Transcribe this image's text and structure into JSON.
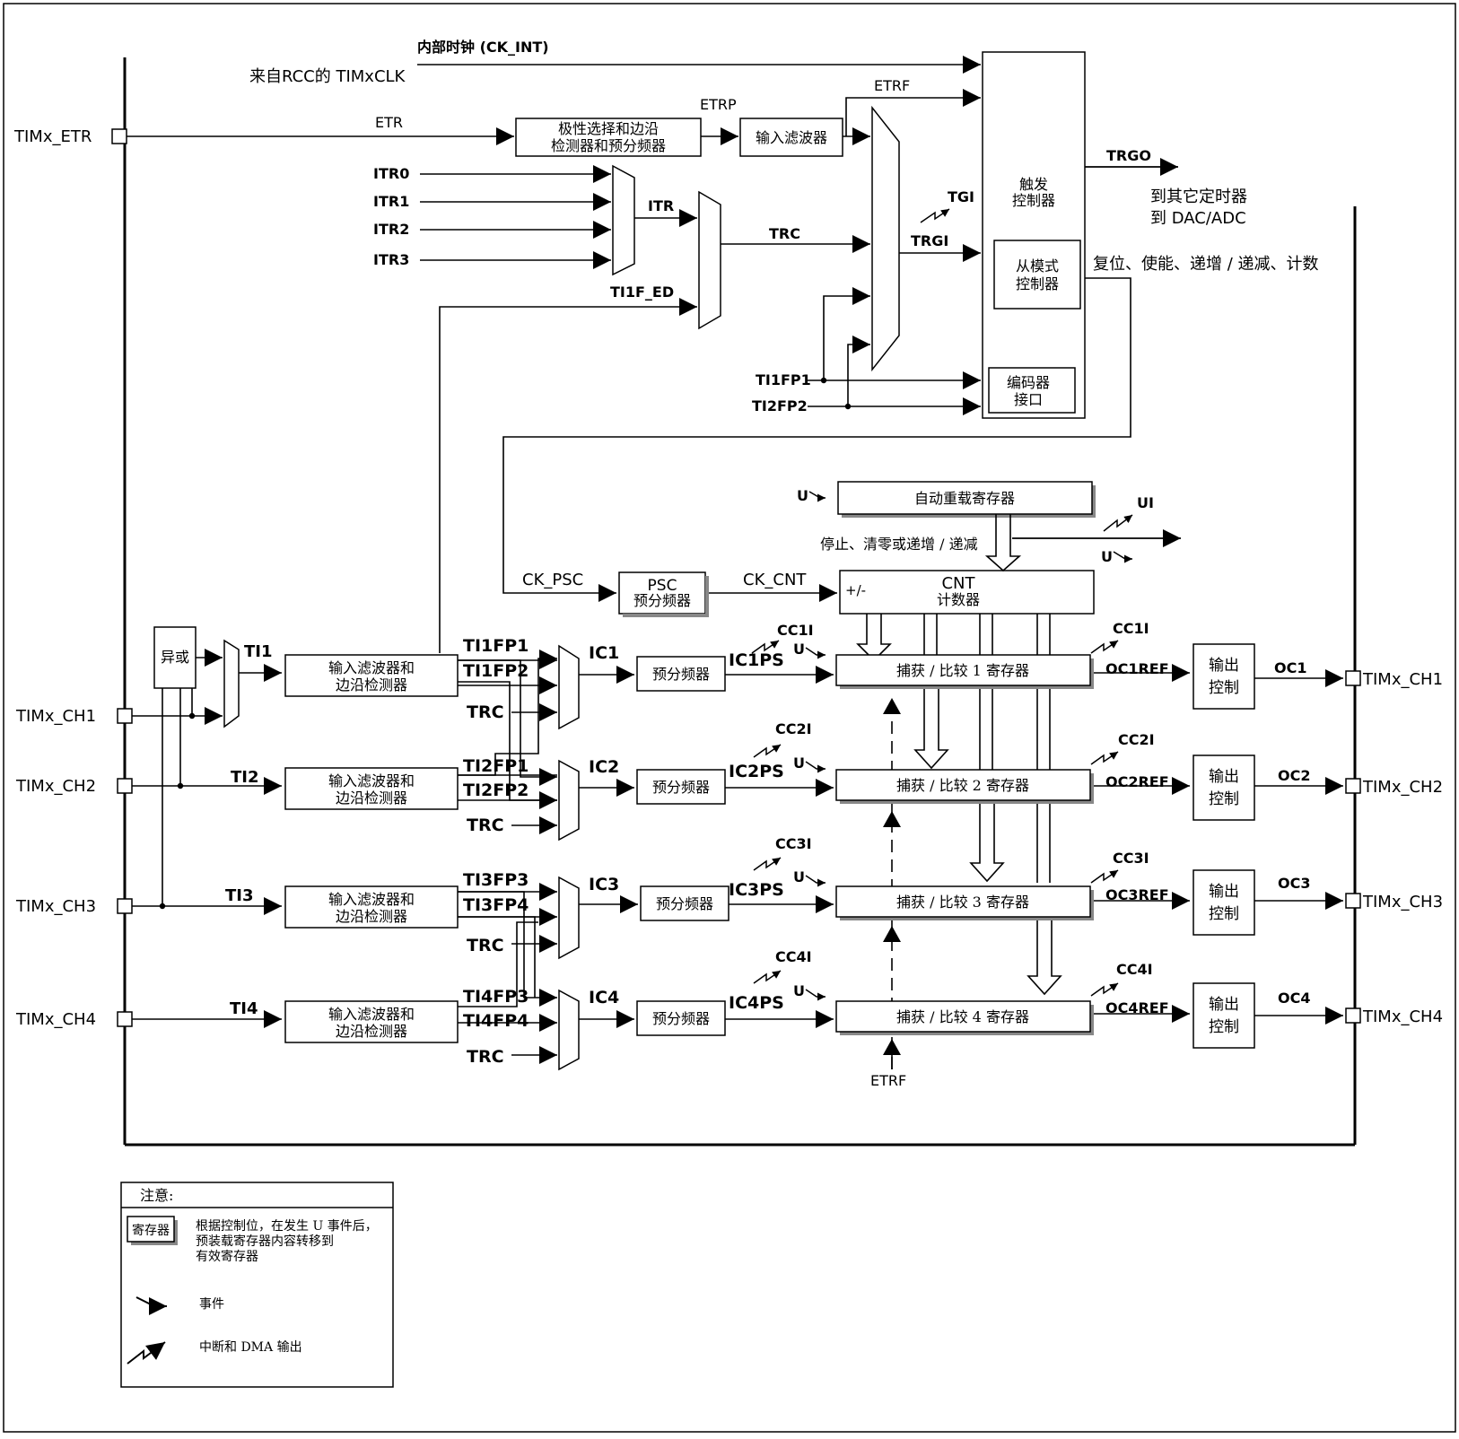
{
  "clock": {
    "ck_int": "内部时钟 (CK_INT)",
    "rcc": "来自RCC的 TIMxCLK"
  },
  "signals": {
    "etr": "ETR",
    "etrp": "ETRP",
    "etrf": "ETRF",
    "itr0": "ITR0",
    "itr1": "ITR1",
    "itr2": "ITR2",
    "itr3": "ITR3",
    "itr": "ITR",
    "trc": "TRC",
    "ti1f_ed": "TI1F_ED",
    "tgi": "TGI",
    "trgi": "TRGI",
    "trgo": "TRGO",
    "ti1fp1": "TI1FP1",
    "ti1fp2": "TI1FP2",
    "ti2fp1": "TI2FP1",
    "ti2fp2": "TI2FP2",
    "ti3fp3": "TI3FP3",
    "ti3fp4": "TI3FP4",
    "ti4fp3": "TI4FP3",
    "ti4fp4": "TI4FP4",
    "ti1": "TI1",
    "ti2": "TI2",
    "ti3": "TI3",
    "ti4": "TI4",
    "ic1": "IC1",
    "ic2": "IC2",
    "ic3": "IC3",
    "ic4": "IC4",
    "ic1ps": "IC1PS",
    "ic2ps": "IC2PS",
    "ic3ps": "IC3PS",
    "ic4ps": "IC4PS",
    "cc1i": "CC1I",
    "cc2i": "CC2I",
    "cc3i": "CC3I",
    "cc4i": "CC4I",
    "oc1ref": "OC1REF",
    "oc2ref": "OC2REF",
    "oc3ref": "OC3REF",
    "oc4ref": "OC4REF",
    "oc1": "OC1",
    "oc2": "OC2",
    "oc3": "OC3",
    "oc4": "OC4",
    "u": "U",
    "ui": "UI",
    "ck_psc": "CK_PSC",
    "ck_cnt": "CK_CNT",
    "plusminus": "+/-"
  },
  "pins": {
    "etr": "TIMx_ETR",
    "ch1": "TIMx_CH1",
    "ch2": "TIMx_CH2",
    "ch3": "TIMx_CH3",
    "ch4": "TIMx_CH4"
  },
  "blocks": {
    "polarity_1": "极性选择和边沿",
    "polarity_2": "检测器和预分频器",
    "input_filter": "输入滤波器",
    "trigger_1": "触发",
    "trigger_2": "控制器",
    "slave_1": "从模式",
    "slave_2": "控制器",
    "encoder_1": "编码器",
    "encoder_2": "接口",
    "xor": "异或",
    "filter_edge_1": "输入滤波器和",
    "filter_edge_2": "边沿检测器",
    "prescaler": "预分频器",
    "psc_title": "PSC",
    "psc_sub": "预分频器",
    "cnt_title": "CNT",
    "cnt_sub": "计数器",
    "arr": "自动重载寄存器",
    "ccr1": "捕获 / 比较 1 寄存器",
    "ccr2": "捕获 / 比较 2 寄存器",
    "ccr3": "捕获 / 比较 3 寄存器",
    "ccr4": "捕获 / 比较 4 寄存器",
    "out_ctrl_1": "输出",
    "out_ctrl_2": "控制"
  },
  "annotations": {
    "to_timers": "到其它定时器",
    "to_dac": "到 DAC/ADC",
    "reset_enable": "复位、使能、递增 / 递减、计数",
    "stop_clear": "停止、清零或递增 / 递减"
  },
  "legend": {
    "title": "注意:",
    "register_box": "寄存器",
    "register_desc_1": "根据控制位，在发生 U 事件后，",
    "register_desc_2": "预装载寄存器内容转移到",
    "register_desc_3": "有效寄存器",
    "event": "事件",
    "interrupt": "中断和 DMA 输出"
  }
}
